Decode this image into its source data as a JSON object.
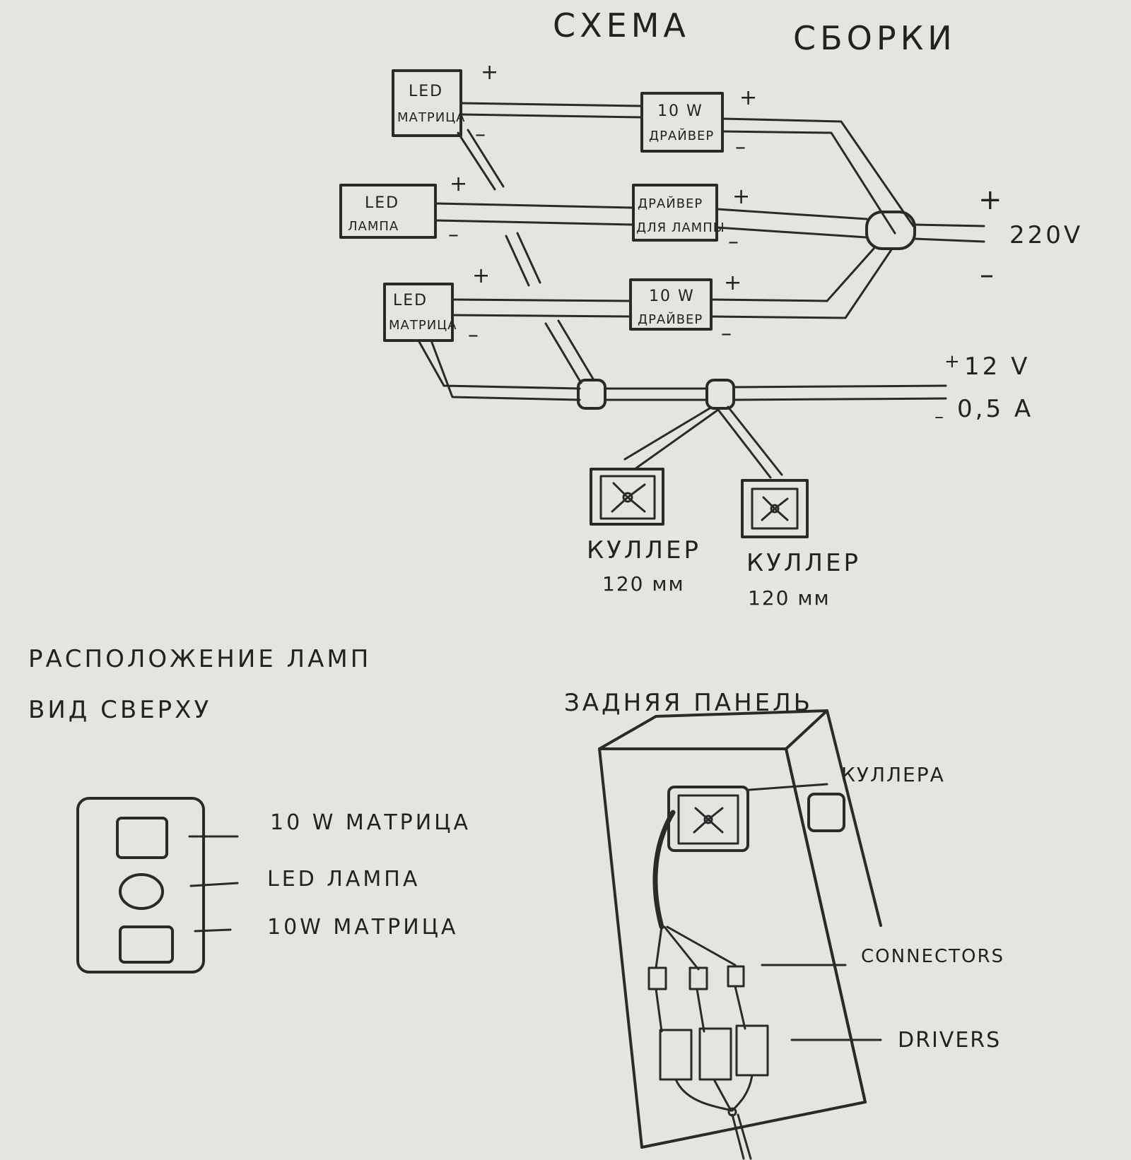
{
  "title_line1": "СХЕМА",
  "title_line2": "СБОРКИ",
  "row1": {
    "led_line1": "LED",
    "led_line2": "МАТРИЦА",
    "driver_line1": "10 W",
    "driver_line2": "ДРАЙВЕР"
  },
  "row2": {
    "led_line1": "LED",
    "led_line2": "ЛАМПА",
    "driver_line1": "ДРАЙВЕР",
    "driver_line2": "ДЛЯ ЛАМПЫ"
  },
  "row3": {
    "led_line1": "LED",
    "led_line2": "МАТРИЦА",
    "driver_line1": "10 W",
    "driver_line2": "ДРАЙВЕР"
  },
  "plus": "+",
  "minus": "–",
  "supply_220": "220V",
  "supply_12v": "12 V",
  "supply_current": "0,5 A",
  "cooler_label": "КУЛЛЕР",
  "cooler_size": "120 мм",
  "layout_title_line1": "РАСПОЛОЖЕНИЕ ЛАМП",
  "layout_title_line2": "ВИД   СВЕРХУ",
  "layout_items": [
    "10 W   МАТРИЦА",
    "LED  ЛАМПА",
    "10W   МАТРИЦА"
  ],
  "back_panel_title": "ЗАДНЯЯ  ПАНЕЛЬ",
  "back_panel_labels": {
    "coolers": "КУЛЛЕРА",
    "connectors": "CONNECTORS",
    "drivers": "DRIVERS"
  },
  "colors": {
    "paper": "#e6e4df",
    "ink": "#2a2a2a"
  }
}
